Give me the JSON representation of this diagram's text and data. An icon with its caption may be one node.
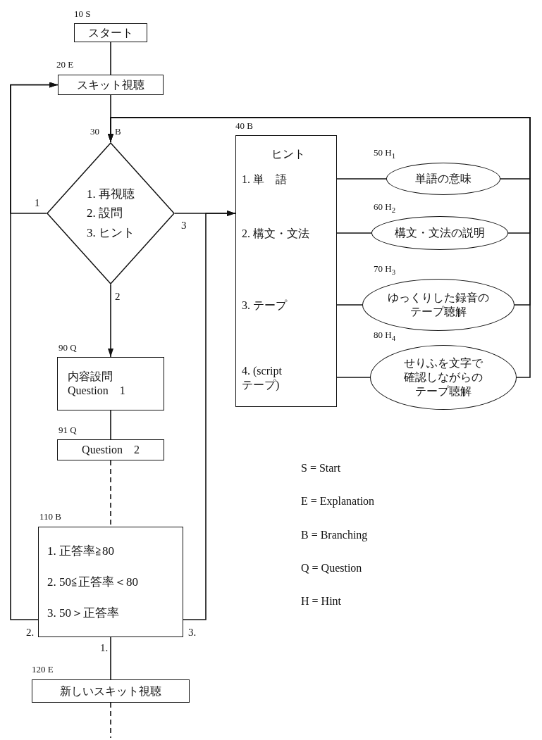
{
  "diagram": {
    "nodes": [
      {
        "text": [
          "スタート"
        ],
        "beside": [
          "10 S"
        ]
      },
      {
        "text": [
          "スキット視聴"
        ],
        "beside": [
          "20 E"
        ]
      },
      {
        "text": [
          "1. 再視聴",
          "2. 設問",
          "3. ヒント"
        ],
        "beside": [
          "30",
          "B"
        ]
      },
      {
        "text": [
          "ヒント",
          "1. 単　語",
          "2. 構文・文法",
          "3. テープ",
          "4. (script テープ)"
        ],
        "beside": [
          "40 B"
        ]
      },
      {
        "text": [
          "単語の意味"
        ],
        "beside": [
          "50 H$_{1}$"
        ]
      },
      {
        "text": [
          "構文・文法の説明"
        ],
        "beside": [
          "60 H$_{2}$"
        ]
      },
      {
        "text": [
          "ゆっくりした録音のテープ聴解"
        ],
        "beside": [
          "70 H$_{3}$"
        ]
      },
      {
        "text": [
          "せりふを文字で確認しながらのテープ聴解"
        ],
        "beside": [
          "80 H$_{4}$"
        ]
      },
      {
        "text": [
          "内容設問",
          "Question　1"
        ],
        "beside": [
          "90 Q"
        ]
      },
      {
        "text": [
          "Question　2"
        ],
        "beside": [
          "91 Q"
        ]
      },
      {
        "text": [
          "1. 正答率≧80",
          "2. 50≦正答率＜80",
          "3. 50＞正答率"
        ],
        "beside": [
          "110 B"
        ]
      },
      {
        "text": [
          "新しいスキット視聴"
        ],
        "beside": [
          "120 E"
        ]
      }
    ],
    "edges": [
      {
        "from": 0,
        "to": 1,
        "arrow": "none"
      },
      {
        "from": 1,
        "to": 2,
        "arrow": "none"
      },
      {
        "from": 2,
        "to": 1,
        "arrow": "to",
        "label": "1"
      },
      {
        "from": 2,
        "to": 3,
        "arrow": "to",
        "label": "3"
      },
      {
        "from": 10,
        "to": 3,
        "arrow": "to",
        "label": "3."
      },
      {
        "from": 2,
        "to": 8,
        "arrow": "to",
        "label": "2"
      },
      {
        "from": 8,
        "to": 9,
        "arrow": "none"
      },
      {
        "from": 9,
        "to": 10,
        "arrow": "none",
        "style": "dashed"
      },
      {
        "from": 10,
        "to": 11,
        "arrow": "none",
        "label": "1."
      },
      {
        "from": 11,
        "to": null,
        "arrow": "none",
        "style": "dashed"
      },
      {
        "from": 10,
        "to": 1,
        "arrow": "to",
        "label": "2."
      },
      {
        "from": 3,
        "to": 4,
        "arrow": "none"
      },
      {
        "from": 3,
        "to": 5,
        "arrow": "none"
      },
      {
        "from": 3,
        "to": 6,
        "arrow": "none"
      },
      {
        "from": 3,
        "to": 7,
        "arrow": "none"
      },
      {
        "from": 4,
        "to": 2,
        "arrow": "to"
      },
      {
        "from": 5,
        "to": 2,
        "arrow": "to"
      },
      {
        "from": 6,
        "to": 2,
        "arrow": "to"
      },
      {
        "from": 7,
        "to": 2,
        "arrow": "to"
      }
    ],
    "labels": [
      "S = Start",
      "E = Explanation",
      "B = Branching",
      "Q = Question",
      "H = Hint"
    ]
  }
}
